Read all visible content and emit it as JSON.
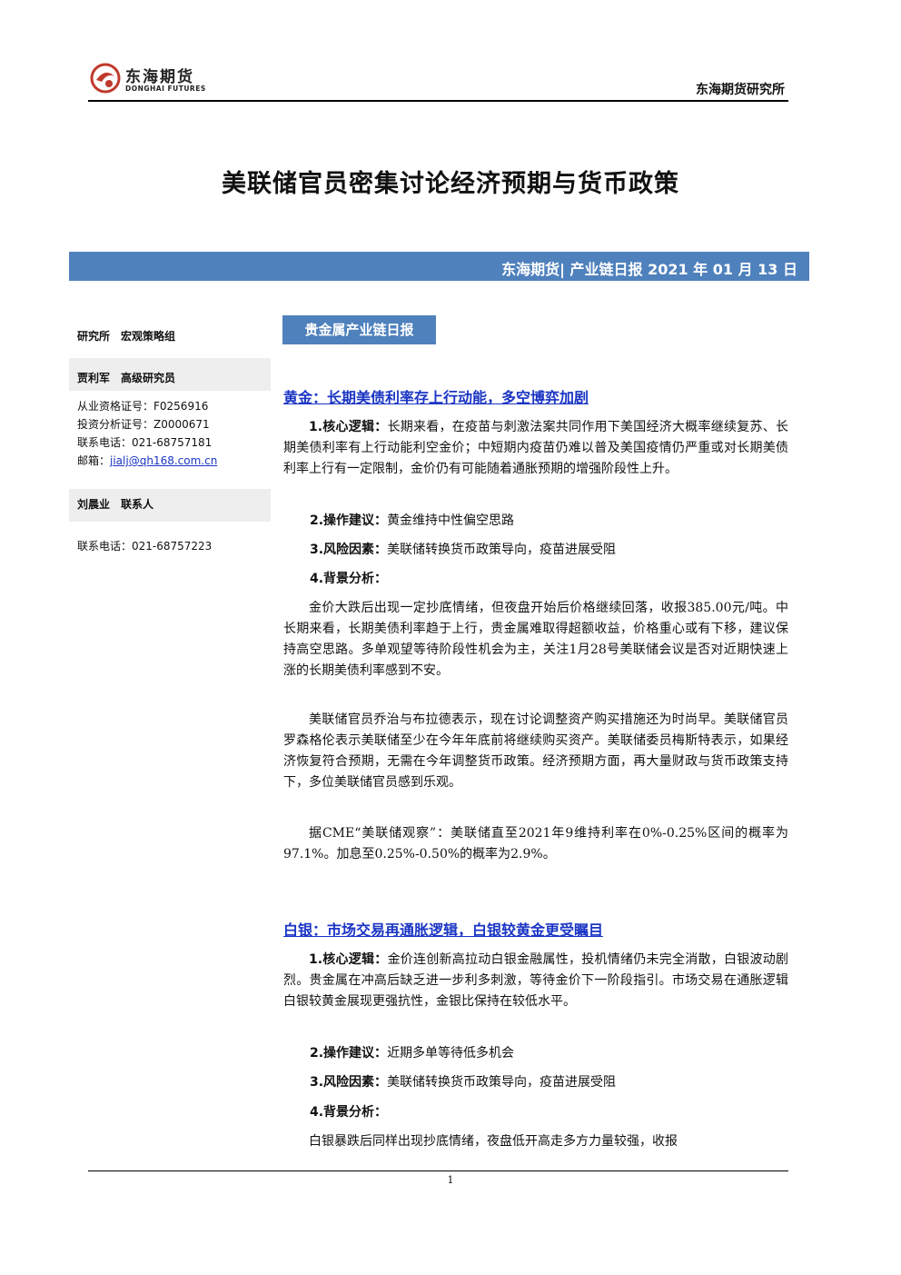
{
  "header": {
    "logo_cn": "东海期货",
    "logo_en": "DONGHAI FUTURES",
    "institute": "东海期货研究所"
  },
  "title": "美联储官员密集讨论经济预期与货币政策",
  "banner": "东海期货| 产业链日报 2021 年 01 月 13 日",
  "sidebar": {
    "dept": "研究所　宏观策略组",
    "analyst": "贾利军　高级研究员",
    "cert1": "从业资格证号：F0256916",
    "cert2": "投资分析证号：Z0000671",
    "phone1": "联系电话：021-68757181",
    "email_label": "邮箱：",
    "email": "jialj@qh168.com.cn",
    "contact": "刘晨业　联系人",
    "phone2": "联系电话：021-68757223"
  },
  "section_tag": "贵金属产业链日报",
  "gold": {
    "heading": "黄金：长期美债利率存上行动能，多空博弈加剧",
    "logic_label": "1.核心逻辑：",
    "logic": "长期来看，在疫苗与刺激法案共同作用下美国经济大概率继续复苏、长期美债利率有上行动能利空金价；中短期内疫苗仍难以普及美国疫情仍严重或对长期美债利率上行有一定限制，金价仍有可能随着通胀预期的增强阶段性上升。",
    "op_label": "2.操作建议：",
    "op": "黄金维持中性偏空思路",
    "risk_label": "3.风险因素：",
    "risk": "美联储转换货币政策导向，疫苗进展受阻",
    "bg_label": "4.背景分析：",
    "bg1": "金价大跌后出现一定抄底情绪，但夜盘开始后价格继续回落，收报385.00元/吨。中长期来看，长期美债利率趋于上行，贵金属难取得超额收益，价格重心或有下移，建议保持高空思路。多单观望等待阶段性机会为主，关注1月28号美联储会议是否对近期快速上涨的长期美债利率感到不安。",
    "bg2": "美联储官员乔治与布拉德表示，现在讨论调整资产购买措施还为时尚早。美联储官员罗森格伦表示美联储至少在今年年底前将继续购买资产。美联储委员梅斯特表示，如果经济恢复符合预期，无需在今年调整货币政策。经济预期方面，再大量财政与货币政策支持下，多位美联储官员感到乐观。",
    "bg3": "据CME“美联储观察”：美联储直至2021年9维持利率在0%-0.25%区间的概率为97.1%。加息至0.25%-0.50%的概率为2.9%。"
  },
  "silver": {
    "heading": "白银：市场交易再通胀逻辑，白银较黄金更受瞩目",
    "logic_label": "1.核心逻辑：",
    "logic": "金价连创新高拉动白银金融属性，投机情绪仍未完全消散，白银波动剧烈。贵金属在冲高后缺乏进一步利多刺激，等待金价下一阶段指引。市场交易在通胀逻辑白银较黄金展现更强抗性，金银比保持在较低水平。",
    "op_label": "2.操作建议：",
    "op": "近期多单等待低多机会",
    "risk_label": "3.风险因素：",
    "risk": "美联储转换货币政策导向，疫苗进展受阻",
    "bg_label": "4.背景分析：",
    "bg1": "白银暴跌后同样出现抄底情绪，夜盘低开高走多方力量较强，收报"
  },
  "footer": {
    "page": "1"
  }
}
